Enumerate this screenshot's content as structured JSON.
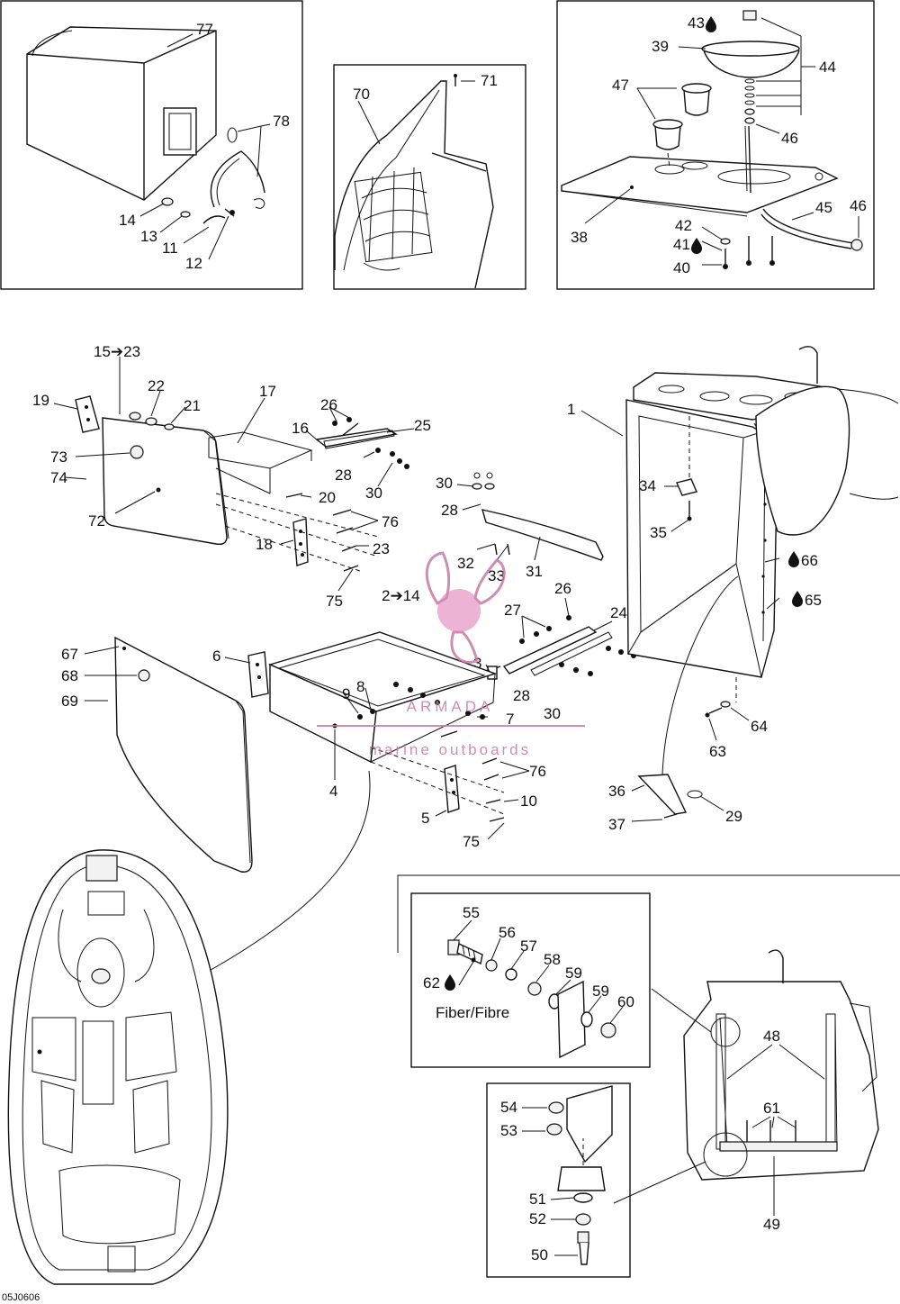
{
  "diagram_code": "05J0606",
  "watermark": {
    "brand": "ARMADA",
    "tagline": "marine outboards",
    "colors": {
      "pink": "#e9a6cd",
      "magenta": "#c77aa7"
    }
  },
  "fiber_note": "Fiber/Fibre",
  "panels": {
    "cooler": {
      "labels": [
        "77",
        "78",
        "14",
        "13",
        "11",
        "12"
      ]
    },
    "rod_holder": {
      "labels": [
        "70",
        "71"
      ]
    },
    "sink_top": {
      "labels": [
        "43",
        "39",
        "44",
        "47",
        "46",
        "38",
        "42",
        "41",
        "40",
        "45",
        "46"
      ]
    },
    "upper_drawer": {
      "labels": [
        "15➔23",
        "22",
        "21",
        "17",
        "19",
        "26",
        "16",
        "25",
        "73",
        "74",
        "72",
        "20",
        "76",
        "28",
        "30",
        "18",
        "23",
        "75"
      ]
    },
    "center_parts": {
      "labels": [
        "30",
        "28",
        "32",
        "33",
        "31",
        "2➔14",
        "27",
        "26",
        "24",
        "3"
      ]
    },
    "lower_drawer": {
      "labels": [
        "67",
        "68",
        "69",
        "6",
        "9",
        "8",
        "28",
        "7",
        "30",
        "4",
        "76",
        "10",
        "5",
        "75"
      ]
    },
    "cabinet": {
      "labels": [
        "1",
        "34",
        "35",
        "66",
        "65",
        "64",
        "63",
        "36",
        "29",
        "37"
      ]
    },
    "hardware_detail": {
      "labels": [
        "55",
        "56",
        "57",
        "58",
        "59",
        "62",
        "59",
        "60"
      ]
    },
    "mount_detail": {
      "labels": [
        "54",
        "53",
        "51",
        "52",
        "50"
      ]
    },
    "frame_detail": {
      "labels": [
        "48",
        "61",
        "49"
      ]
    }
  }
}
